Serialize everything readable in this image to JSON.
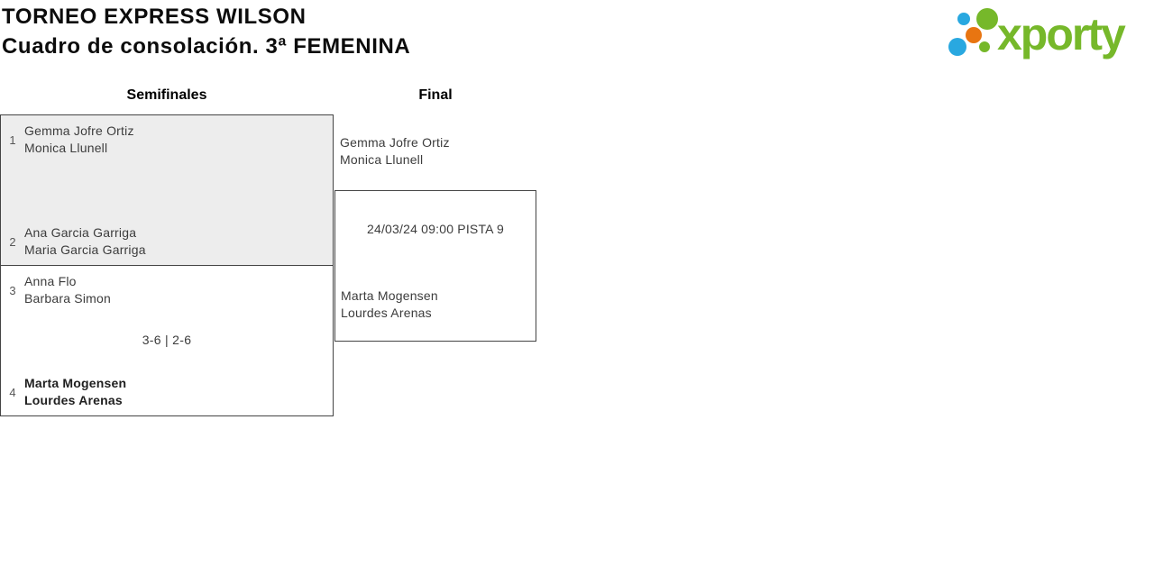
{
  "header": {
    "title_line1": "TORNEO EXPRESS WILSON",
    "title_line2": "Cuadro de consolación. 3ª FEMENINA",
    "logo_text": "xporty",
    "logo_colors": {
      "green": "#76b82a",
      "blue": "#29a8e0",
      "orange": "#e87511"
    }
  },
  "bracket": {
    "rounds": [
      {
        "label": "Semifinales"
      },
      {
        "label": "Final"
      }
    ],
    "semifinals": [
      {
        "score": "",
        "teams": [
          {
            "seed": "1",
            "players": [
              "Gemma Jofre Ortiz",
              "Monica Llunell"
            ],
            "winner": false
          },
          {
            "seed": "2",
            "players": [
              "Ana Garcia Garriga",
              "Maria Garcia Garriga"
            ],
            "winner": false
          }
        ]
      },
      {
        "score": "3-6 | 2-6",
        "teams": [
          {
            "seed": "3",
            "players": [
              "Anna Flo",
              "Barbara Simon"
            ],
            "winner": false
          },
          {
            "seed": "4",
            "players": [
              "Marta Mogensen",
              "Lourdes Arenas"
            ],
            "winner": true
          }
        ]
      }
    ],
    "final": {
      "team_top": {
        "players": [
          "Gemma Jofre Ortiz",
          "Monica Llunell"
        ]
      },
      "schedule": "24/03/24 09:00 PISTA 9",
      "team_bottom": {
        "players": [
          "Marta Mogensen",
          "Lourdes Arenas"
        ]
      }
    }
  }
}
